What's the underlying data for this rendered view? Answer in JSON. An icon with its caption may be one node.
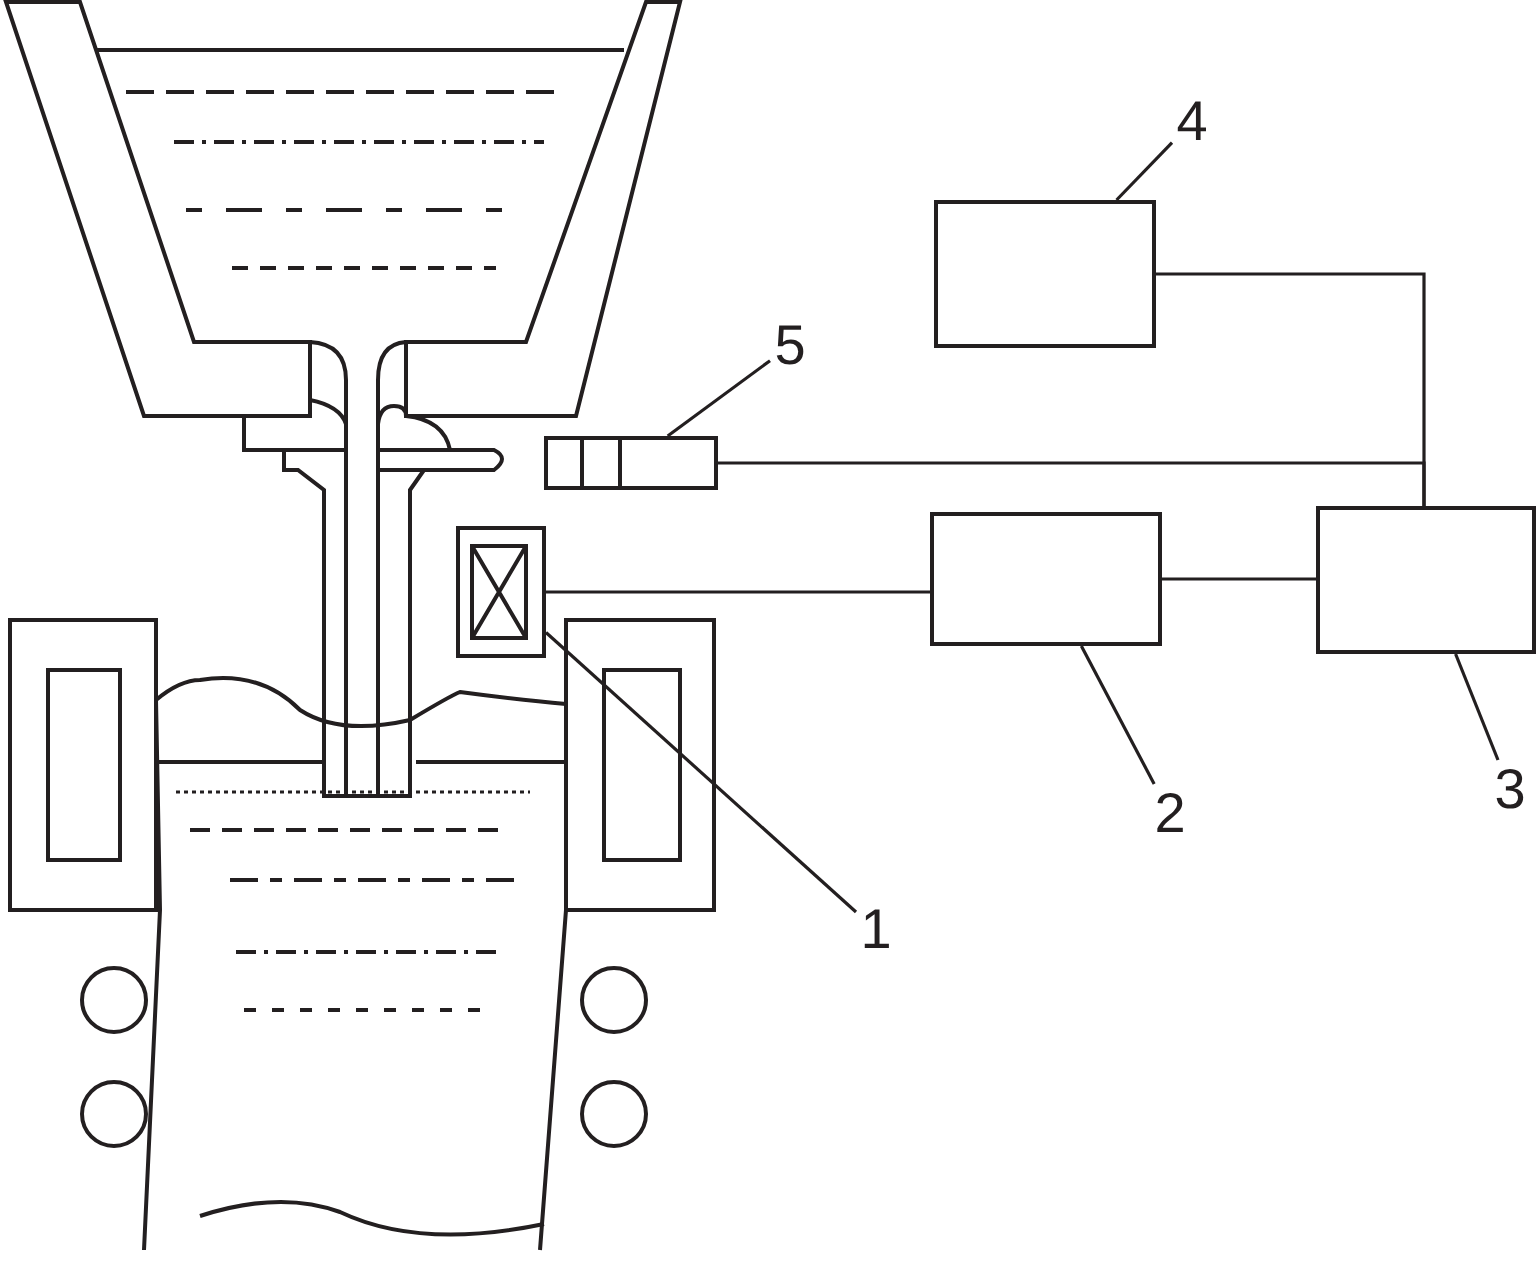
{
  "diagram": {
    "nodes": [
      {
        "text": [
          "4"
        ]
      },
      {
        "text": [],
        "shape": "box"
      },
      {
        "text": [
          "5"
        ]
      },
      {
        "text": [],
        "shape": "box"
      },
      {
        "text": [],
        "shape": "box"
      },
      {
        "text": [],
        "shape": "box"
      },
      {
        "text": [],
        "shape": "box"
      },
      {
        "text": [
          "1"
        ]
      },
      {
        "text": [
          "2"
        ]
      },
      {
        "text": [
          "3"
        ]
      }
    ],
    "edges": [
      {
        "from": 0,
        "to": 1,
        "arrow": "none"
      },
      {
        "from": 2,
        "to": 3,
        "arrow": "none"
      },
      {
        "from": 7,
        "to": 4,
        "arrow": "none"
      },
      {
        "from": 8,
        "to": 5,
        "arrow": "none"
      },
      {
        "from": 9,
        "to": 6,
        "arrow": "none"
      },
      {
        "from": 4,
        "to": 5,
        "arrow": "none"
      },
      {
        "from": 5,
        "to": 6,
        "arrow": "none"
      },
      {
        "from": 1,
        "to": 6,
        "arrow": "none"
      },
      {
        "from": 3,
        "to": 6,
        "arrow": "none"
      }
    ]
  }
}
